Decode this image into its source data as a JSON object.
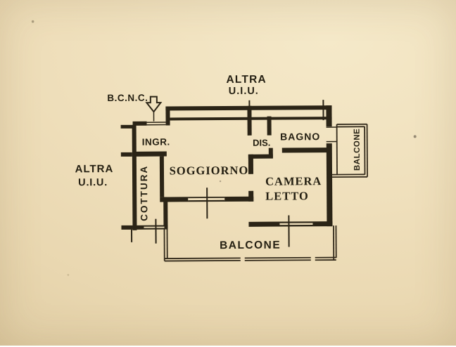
{
  "floor_plan": {
    "labels": {
      "adjacent_unit_top": {
        "line1": "ALTRA",
        "line2": "U.I.U."
      },
      "common_area": "B.C.N.C.",
      "entrance": "INGR.",
      "adjacent_unit_left": {
        "line1": "ALTRA",
        "line2": "U.I.U."
      },
      "kitchenette": "COTTURA",
      "living_room": "SOGGIORNO",
      "hallway": "DIS.",
      "bathroom": "BAGNO",
      "bedroom": {
        "line1": "CAMERA",
        "line2": "LETTO"
      },
      "balcony_bottom": "BALCONE",
      "balcony_right": "BALCONE"
    },
    "colors": {
      "paper": "#efdfbb",
      "ink": "#2b2416"
    }
  }
}
